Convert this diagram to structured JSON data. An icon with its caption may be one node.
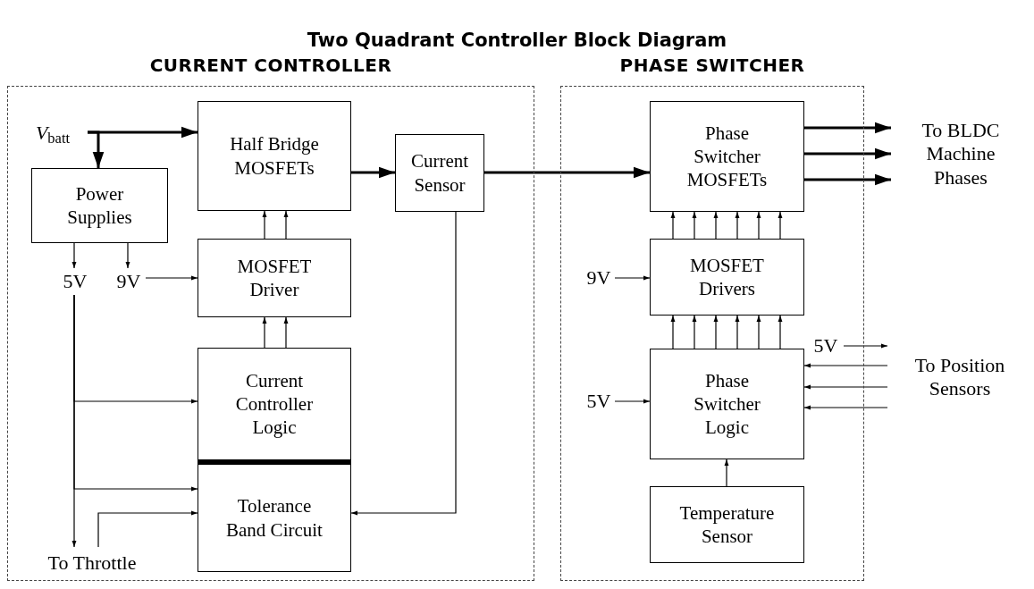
{
  "diagram": {
    "title": "Two Quadrant Controller Block Diagram",
    "nodes": [
      {
        "text": [
          "CURRENT CONTROLLER"
        ]
      },
      {
        "text": [
          "PHASE SWITCHER"
        ]
      },
      {
        "text": [
          "*V*$_{batt}$"
        ],
        "in": 0
      },
      {
        "text": [
          "Power Supplies"
        ],
        "in": 0
      },
      {
        "text": [
          "5V"
        ],
        "in": 0
      },
      {
        "text": [
          "9V"
        ],
        "in": 0
      },
      {
        "text": [
          "Half Bridge MOSFETs"
        ],
        "in": 0
      },
      {
        "text": [
          "MOSFET Driver"
        ],
        "in": 0
      },
      {
        "text": [
          "Current Controller Logic"
        ],
        "in": 0
      },
      {
        "text": [
          "Tolerance Band Circuit"
        ],
        "in": 0
      },
      {
        "text": [
          "Current Sensor"
        ],
        "in": 0
      },
      {
        "text": [
          "To Throttle"
        ],
        "in": 0
      },
      {
        "text": [
          "Phase Switcher MOSFETs"
        ],
        "in": 1
      },
      {
        "text": [
          "9V"
        ],
        "in": 1
      },
      {
        "text": [
          "MOSFET Drivers"
        ],
        "in": 1
      },
      {
        "text": [
          "5V"
        ],
        "in": 1
      },
      {
        "text": [
          "Phase Switcher Logic"
        ],
        "in": 1
      },
      {
        "text": [
          "Temperature Sensor"
        ],
        "in": 1
      },
      {
        "text": [
          "5V"
        ],
        "in": 1
      },
      {
        "text": [
          "To BLDC Machine Phases"
        ]
      },
      {
        "text": [
          "To Position Sensors"
        ]
      }
    ],
    "edges": [
      {
        "from": 2,
        "to": 6,
        "arrow": "to",
        "style": "thick"
      },
      {
        "from": 2,
        "to": 3,
        "arrow": "to",
        "style": "thick"
      },
      {
        "from": 3,
        "to": 4,
        "arrow": "to"
      },
      {
        "from": 3,
        "to": 5,
        "arrow": "to"
      },
      {
        "from": 5,
        "to": 7,
        "arrow": "to"
      },
      {
        "from": 7,
        "to": 6,
        "arrow": "to"
      },
      {
        "from": 7,
        "to": 6,
        "arrow": "to"
      },
      {
        "from": 8,
        "to": 7,
        "arrow": "to"
      },
      {
        "from": 8,
        "to": 7,
        "arrow": "to"
      },
      {
        "from": 4,
        "to": 8,
        "arrow": "to"
      },
      {
        "from": 4,
        "to": 9,
        "arrow": "to"
      },
      {
        "from": 4,
        "to": 11,
        "arrow": "to"
      },
      {
        "from": 11,
        "to": 9,
        "arrow": "to"
      },
      {
        "from": 10,
        "to": 9,
        "arrow": "to"
      },
      {
        "from": 6,
        "to": 10,
        "arrow": "to",
        "style": "thick"
      },
      {
        "from": 10,
        "to": 12,
        "arrow": "to",
        "style": "thick"
      },
      {
        "from": 12,
        "to": 19,
        "arrow": "to",
        "style": "thick"
      },
      {
        "from": 12,
        "to": 19,
        "arrow": "to",
        "style": "thick"
      },
      {
        "from": 12,
        "to": 19,
        "arrow": "to",
        "style": "thick"
      },
      {
        "from": 14,
        "to": 12,
        "arrow": "to"
      },
      {
        "from": 14,
        "to": 12,
        "arrow": "to"
      },
      {
        "from": 14,
        "to": 12,
        "arrow": "to"
      },
      {
        "from": 14,
        "to": 12,
        "arrow": "to"
      },
      {
        "from": 14,
        "to": 12,
        "arrow": "to"
      },
      {
        "from": 14,
        "to": 12,
        "arrow": "to"
      },
      {
        "from": 13,
        "to": 14,
        "arrow": "to"
      },
      {
        "from": 16,
        "to": 14,
        "arrow": "to"
      },
      {
        "from": 16,
        "to": 14,
        "arrow": "to"
      },
      {
        "from": 16,
        "to": 14,
        "arrow": "to"
      },
      {
        "from": 16,
        "to": 14,
        "arrow": "to"
      },
      {
        "from": 16,
        "to": 14,
        "arrow": "to"
      },
      {
        "from": 16,
        "to": 14,
        "arrow": "to"
      },
      {
        "from": 15,
        "to": 16,
        "arrow": "to"
      },
      {
        "from": 17,
        "to": 16,
        "arrow": "to"
      },
      {
        "from": 18,
        "to": 20,
        "arrow": "to"
      },
      {
        "from": 20,
        "to": 16,
        "arrow": "to"
      },
      {
        "from": 20,
        "to": 16,
        "arrow": "to"
      },
      {
        "from": 20,
        "to": 16,
        "arrow": "to"
      }
    ]
  }
}
